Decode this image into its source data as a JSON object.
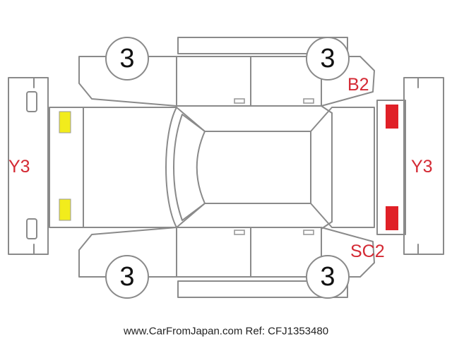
{
  "diagram": {
    "type": "vehicle-condition-chart",
    "tire_grade_front_left": "3",
    "tire_grade_front_right": "3",
    "tire_grade_rear_left": "3",
    "tire_grade_rear_right": "3",
    "damage_codes": {
      "front_bumper": "Y3",
      "rear_bumper": "Y3",
      "rear_right_quarter": "B2",
      "rear_left_quarter": "SC2"
    },
    "marker_colors": {
      "headlight_markers": "#f2ec1c",
      "taillight_markers": "#e02027",
      "damage_text": "#d42a34"
    }
  },
  "footer": {
    "text": "www.CarFromJapan.com Ref: CFJ1353480"
  }
}
